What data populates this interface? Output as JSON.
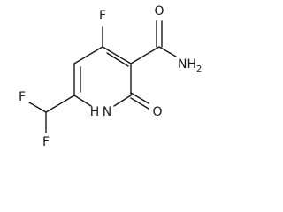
{
  "molecule": {
    "atoms": {
      "f_top": "F",
      "o_amide": "O",
      "nh2": "NH2",
      "f_chf2_upper": "F",
      "f_chf2_lower": "F",
      "n_ring": "N",
      "h_ring": "H",
      "o_carbonyl": "O"
    }
  }
}
